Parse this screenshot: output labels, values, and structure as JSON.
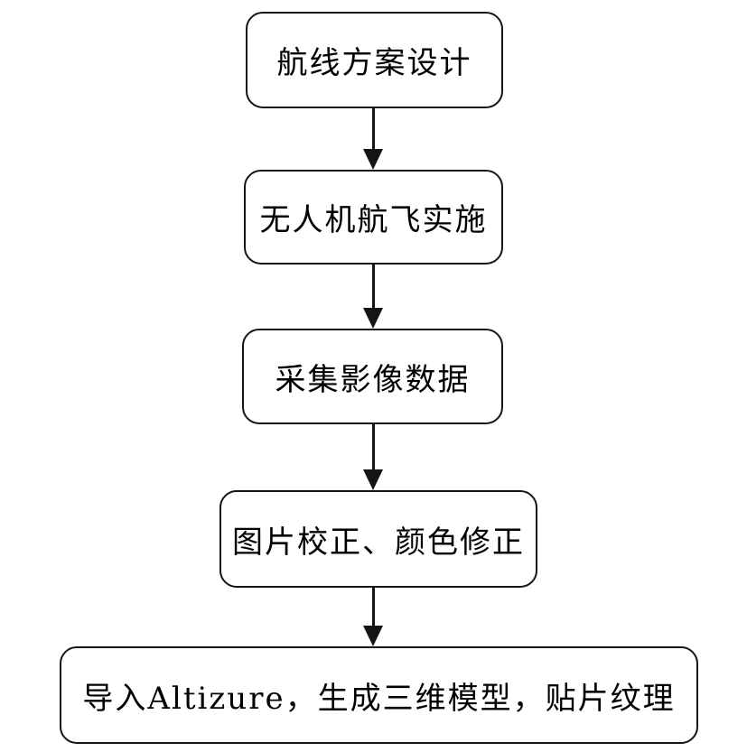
{
  "flowchart": {
    "type": "flowchart",
    "direction": "top-down",
    "nodes": [
      {
        "id": "n1",
        "label": "航线方案设计"
      },
      {
        "id": "n2",
        "label": "无人机航飞实施"
      },
      {
        "id": "n3",
        "label": "采集影像数据"
      },
      {
        "id": "n4",
        "label": "图片校正、颜色修正"
      },
      {
        "id": "n5",
        "label": "导入Altizure，生成三维模型，贴片纹理"
      }
    ],
    "edges": [
      {
        "from": "n1",
        "to": "n2"
      },
      {
        "from": "n2",
        "to": "n3"
      },
      {
        "from": "n3",
        "to": "n4"
      },
      {
        "from": "n4",
        "to": "n5"
      }
    ],
    "colors": {
      "node_border": "#151515",
      "node_fill": "#ffffff",
      "text": "#000000",
      "arrow": "#151515",
      "background": "#ffffff"
    }
  }
}
